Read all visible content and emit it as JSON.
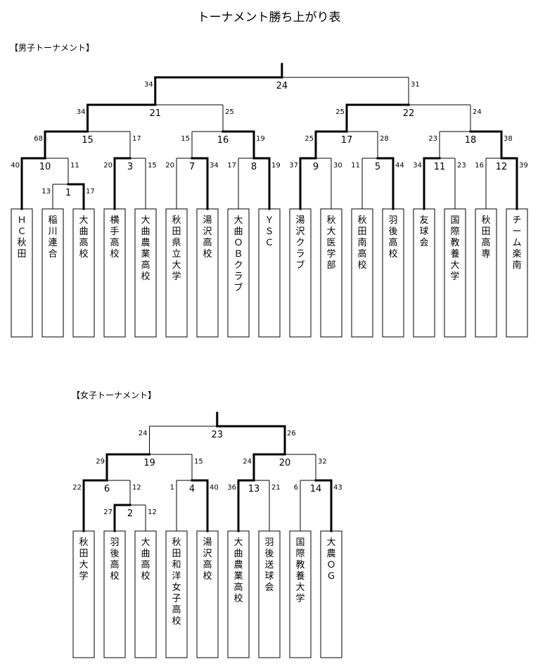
{
  "title": "トーナメント勝ち上がり表",
  "men": {
    "label": "【男子トーナメント】",
    "teams": [
      "ＨＣ秋田",
      "稲川連合",
      "大曲高校",
      "横手高校",
      "大曲農業高校",
      "秋田県立大学",
      "湯沢高校",
      "大曲ＯＢクラブ",
      "ＹＳＣ",
      "湯沢クラブ",
      "秋大医学部",
      "秋田南高校",
      "羽後高校",
      "友球会",
      "国際教養大学",
      "秋田高専",
      "チーム楽南"
    ],
    "matches": [
      {
        "no": "1",
        "left_score": "13",
        "right_score": "17",
        "winner": "right"
      },
      {
        "no": "10",
        "left_score": "40",
        "right_score": "11",
        "winner": "left"
      },
      {
        "no": "3",
        "left_score": "20",
        "right_score": "15",
        "winner": "left"
      },
      {
        "no": "15",
        "left_score": "68",
        "right_score": "17",
        "winner": "left"
      },
      {
        "no": "7",
        "left_score": "20",
        "right_score": "34",
        "winner": "right"
      },
      {
        "no": "8",
        "left_score": "17",
        "right_score": "19",
        "winner": "right"
      },
      {
        "no": "16",
        "left_score": "15",
        "right_score": "19",
        "winner": "right"
      },
      {
        "no": "21",
        "left_score": "34",
        "right_score": "25",
        "winner": "left"
      },
      {
        "no": "9",
        "left_score": "37",
        "right_score": "30",
        "winner": "left"
      },
      {
        "no": "5",
        "left_score": "11",
        "right_score": "44",
        "winner": "right"
      },
      {
        "no": "17",
        "left_score": "25",
        "right_score": "28",
        "winner": "left"
      },
      {
        "no": "11",
        "left_score": "34",
        "right_score": "23",
        "winner": "left"
      },
      {
        "no": "12",
        "left_score": "16",
        "right_score": "39",
        "winner": "right"
      },
      {
        "no": "18",
        "left_score": "23",
        "right_score": "38",
        "winner": "right"
      },
      {
        "no": "22",
        "left_score": "25",
        "right_score": "24",
        "winner": "left"
      },
      {
        "no": "24",
        "left_score": "34",
        "right_score": "31",
        "winner": "left"
      }
    ]
  },
  "women": {
    "label": "【女子トーナメント】",
    "teams": [
      "秋田大学",
      "羽後高校",
      "大曲高校",
      "秋田和洋女子高校",
      "湯沢高校",
      "大曲農業高校",
      "羽後送球会",
      "国際教養大学",
      "大農ＯＧ"
    ],
    "matches": [
      {
        "no": "2",
        "left_score": "27",
        "right_score": "12",
        "winner": "left"
      },
      {
        "no": "6",
        "left_score": "22",
        "right_score": "12",
        "winner": "left"
      },
      {
        "no": "4",
        "left_score": "1",
        "right_score": "40",
        "winner": "right"
      },
      {
        "no": "19",
        "left_score": "29",
        "right_score": "15",
        "winner": "left"
      },
      {
        "no": "13",
        "left_score": "36",
        "right_score": "21",
        "winner": "left"
      },
      {
        "no": "14",
        "left_score": "6",
        "right_score": "43",
        "winner": "right"
      },
      {
        "no": "20",
        "left_score": "24",
        "right_score": "32",
        "winner": "left"
      },
      {
        "no": "23",
        "left_score": "24",
        "right_score": "26",
        "winner": "right"
      }
    ]
  }
}
